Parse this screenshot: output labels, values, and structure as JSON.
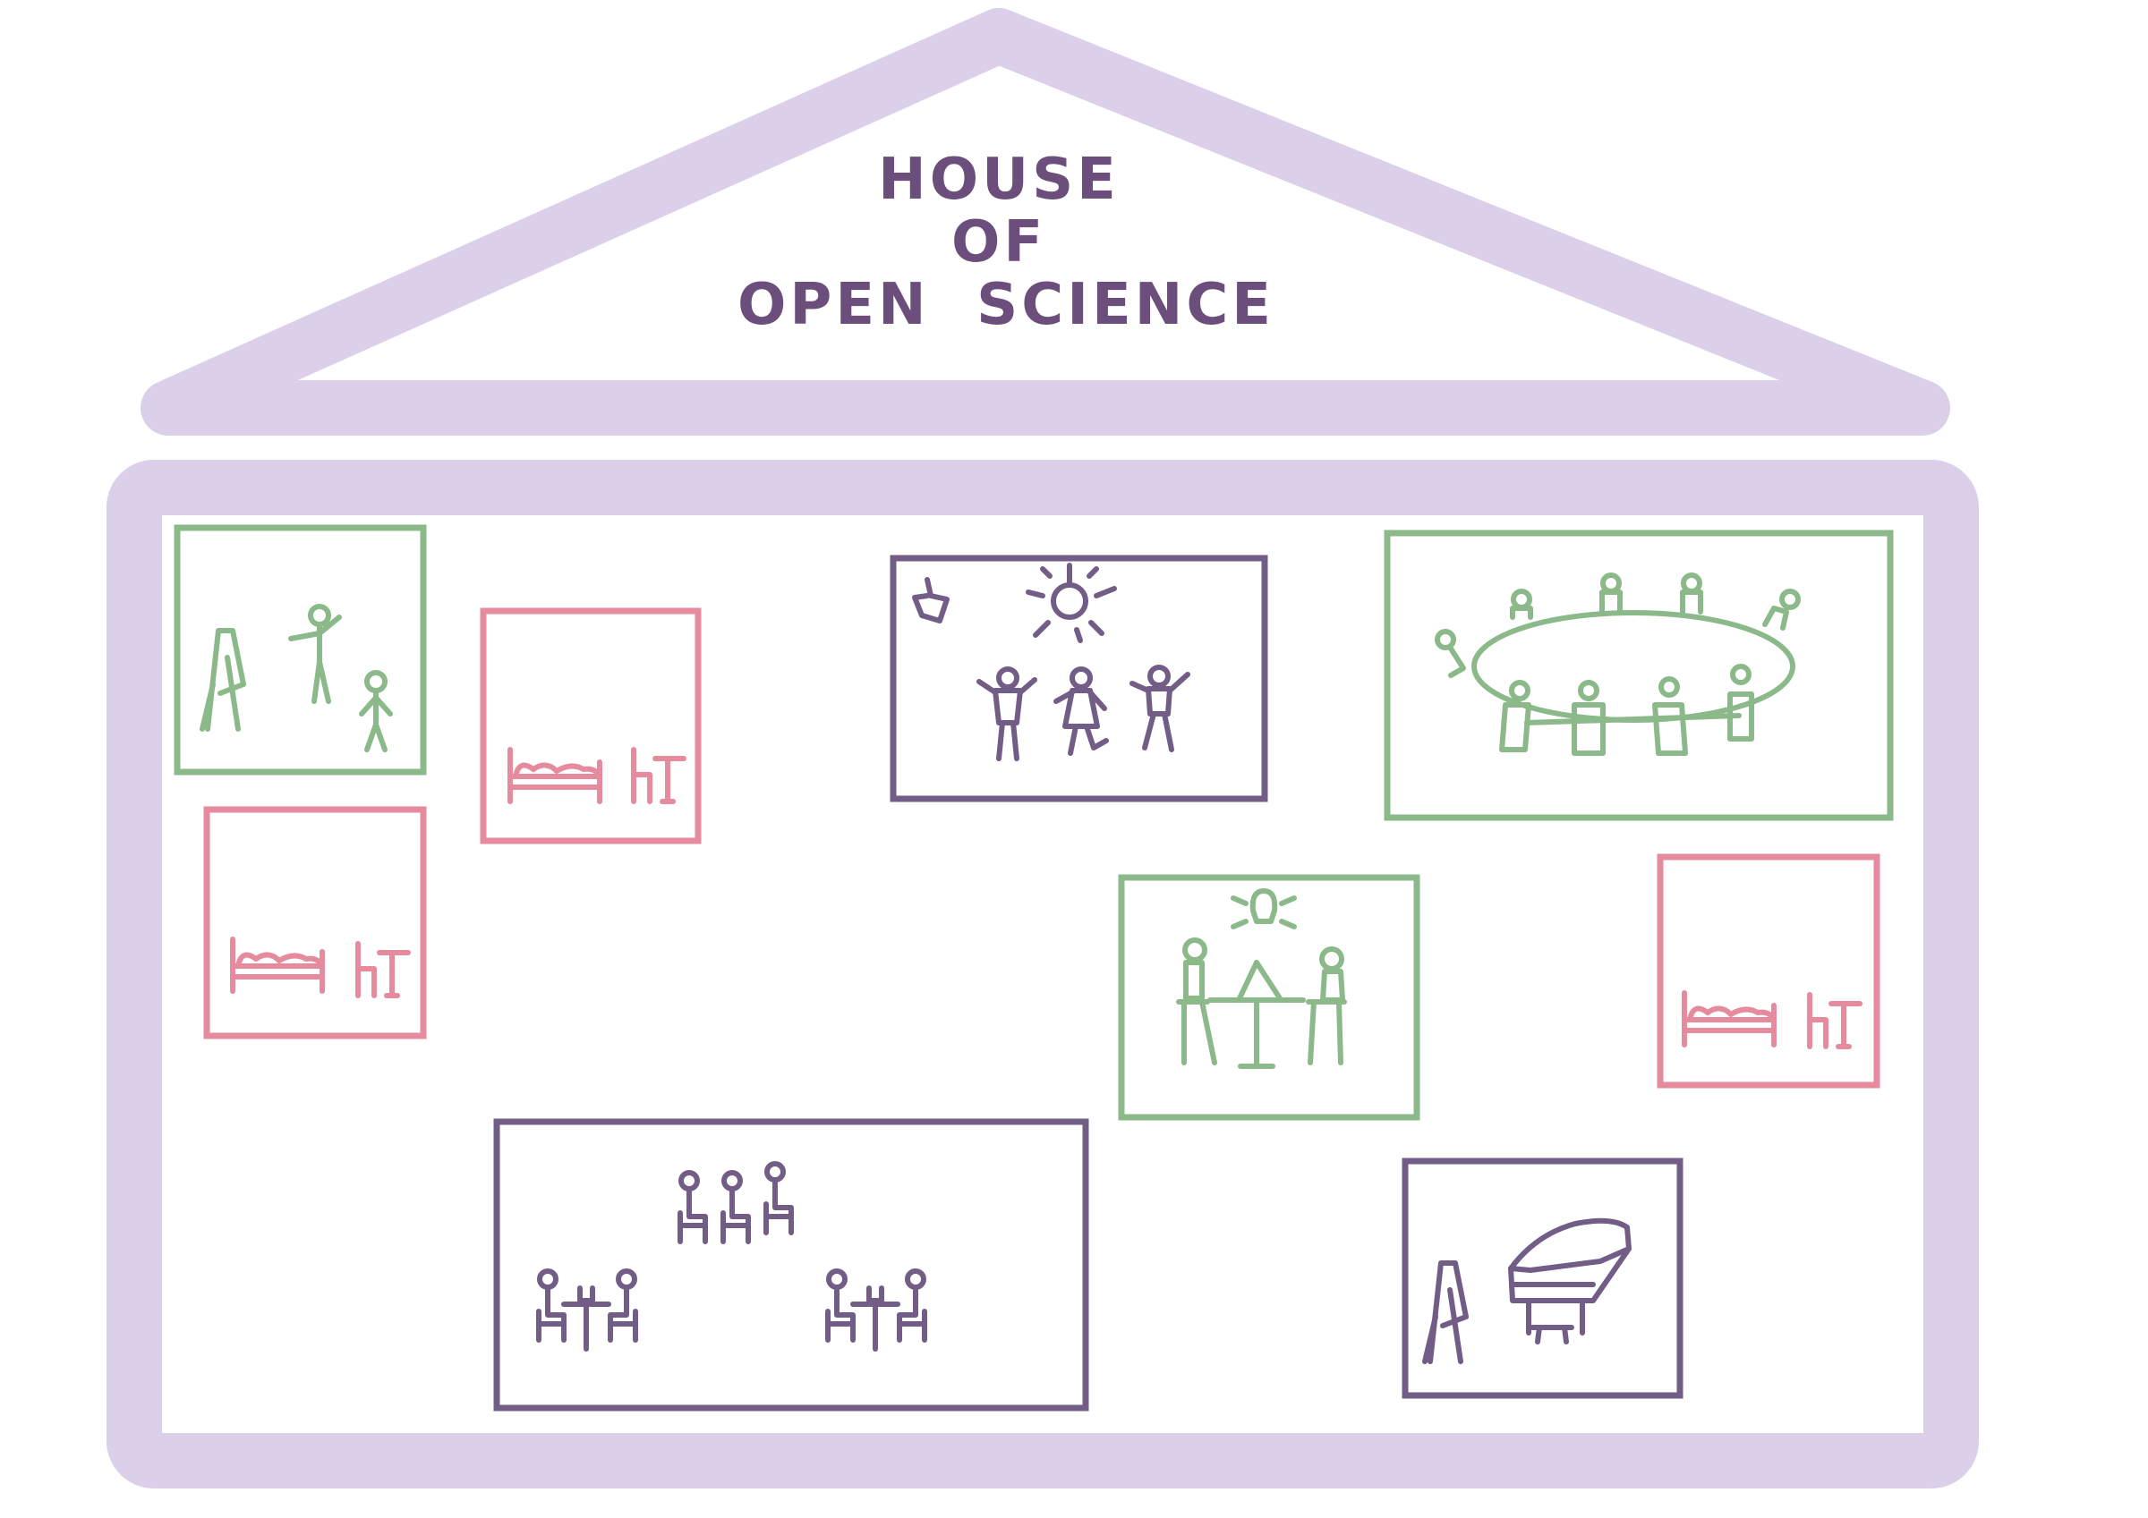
{
  "title": {
    "line1": "HOUSE",
    "line2": "OF",
    "line3": "OPEN  SCIENCE"
  },
  "colors": {
    "house": "#dccfea",
    "text": "#6b4e7c",
    "green": "#8cb98a",
    "pink": "#e68a9e",
    "purple": "#715d86",
    "background": "#ffffff"
  },
  "rooms": [
    {
      "id": "presentation-room",
      "color": "green",
      "icons": [
        "easel-icon",
        "presenter-icon",
        "listener-icon"
      ]
    },
    {
      "id": "bedroom-1",
      "color": "pink",
      "icons": [
        "bed-icon",
        "desk-chair-icon"
      ]
    },
    {
      "id": "bedroom-2",
      "color": "pink",
      "icons": [
        "bed-icon",
        "desk-chair-icon"
      ]
    },
    {
      "id": "party-room",
      "color": "purple",
      "icons": [
        "disco-ball-icon",
        "speaker-icon",
        "dancers-icon"
      ]
    },
    {
      "id": "meeting-room",
      "color": "green",
      "icons": [
        "conference-table-icon",
        "people-icon"
      ]
    },
    {
      "id": "idea-room",
      "color": "green",
      "icons": [
        "lightbulb-icon",
        "table-icon",
        "people-icon"
      ]
    },
    {
      "id": "bedroom-3",
      "color": "pink",
      "icons": [
        "bed-icon",
        "desk-chair-icon"
      ]
    },
    {
      "id": "cafe-room",
      "color": "purple",
      "icons": [
        "coffee-table-icon",
        "people-icon"
      ]
    },
    {
      "id": "music-art-room",
      "color": "purple",
      "icons": [
        "piano-icon",
        "easel-icon"
      ]
    }
  ]
}
